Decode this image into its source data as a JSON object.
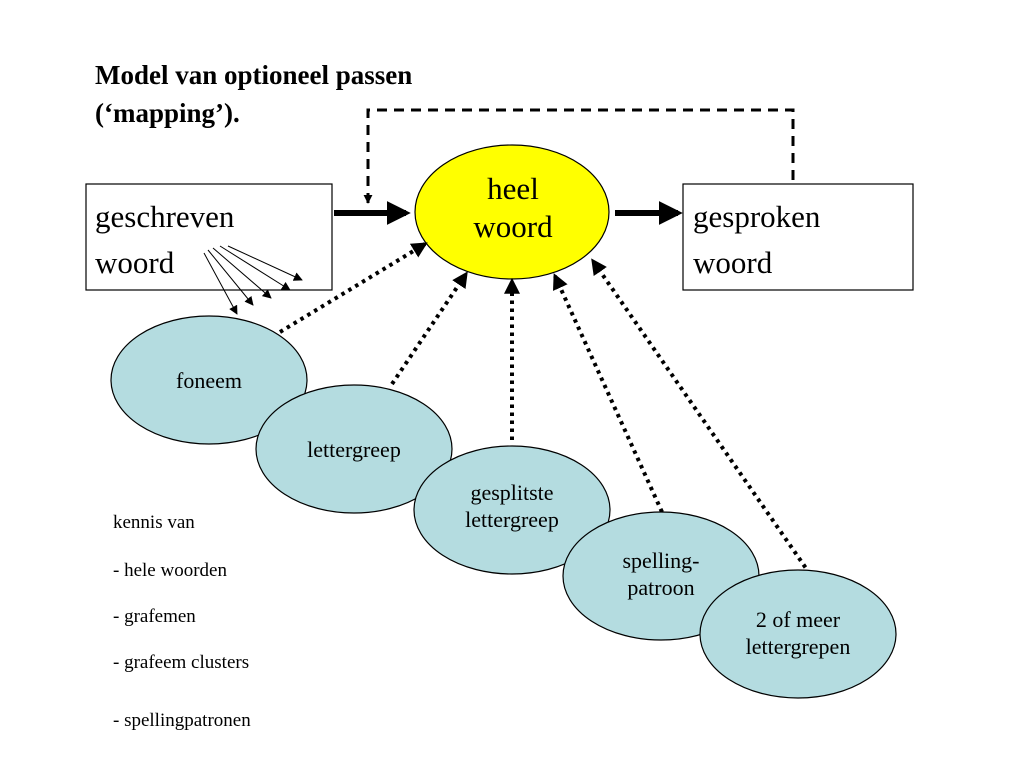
{
  "title": {
    "line1": "Model van optioneel passen",
    "line2": "(‘mapping’)."
  },
  "nodes": {
    "written": {
      "line1": "geschreven",
      "line2": "woord"
    },
    "whole": {
      "line1": "heel",
      "line2": "woord"
    },
    "spoken": {
      "line1": "gesproken",
      "line2": "woord"
    }
  },
  "units": [
    {
      "line1": "foneem"
    },
    {
      "line1": "lettergreep"
    },
    {
      "line1": "gesplitste",
      "line2": "lettergreep"
    },
    {
      "line1": "spelling-",
      "line2": "patroon"
    },
    {
      "line1": "2 of meer",
      "line2": "lettergrepen"
    }
  ],
  "knowledge": {
    "heading": "kennis van",
    "items": [
      "- hele woorden",
      "- grafemen",
      "- grafeem clusters",
      "- spellingpatronen"
    ]
  },
  "colors": {
    "center_fill": "#ffff00",
    "unit_fill": "#b4dce0",
    "stroke": "#000000",
    "background": "#ffffff"
  }
}
